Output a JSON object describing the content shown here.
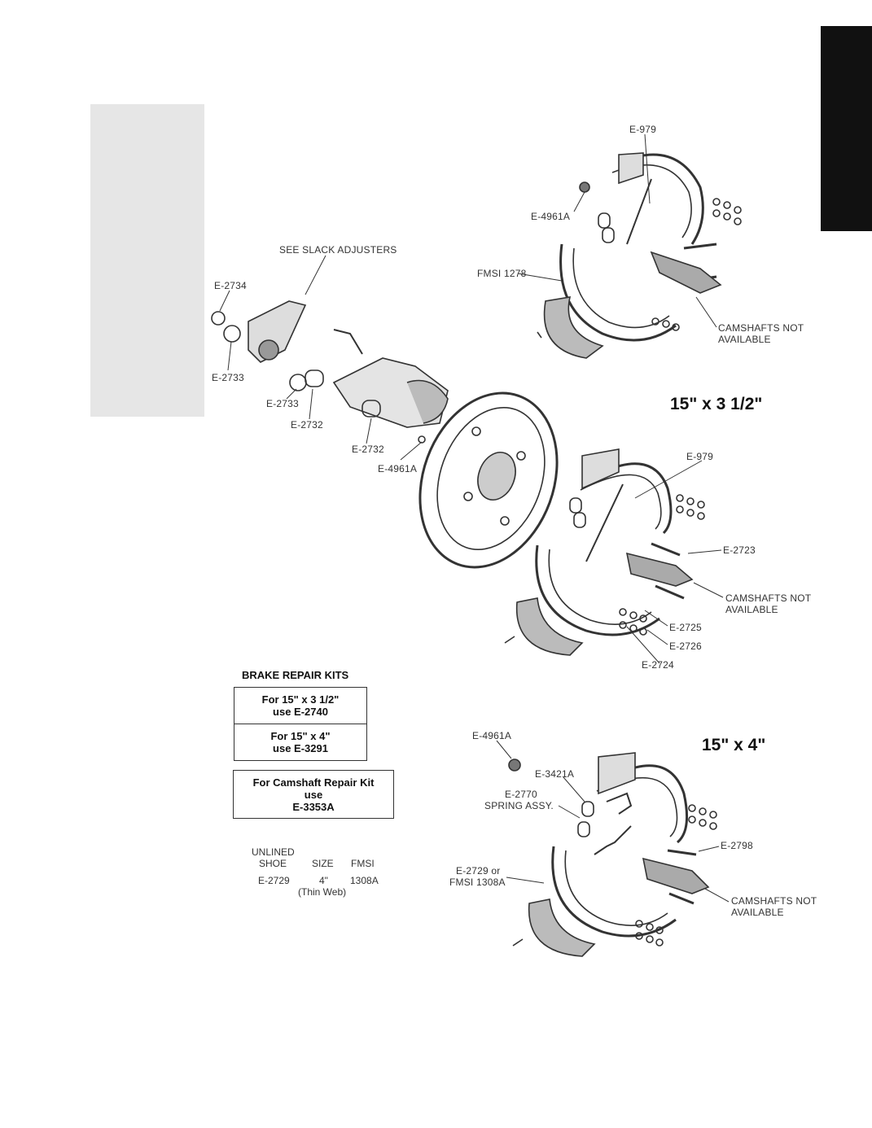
{
  "top": {
    "see_slack": "SEE SLACK ADJUSTERS"
  },
  "labels": {
    "e979_a": "E-979",
    "e4961a_a": "E-4961A",
    "fmsi1278": "FMSI 1278",
    "cam_na_1a": "CAMSHAFTS NOT",
    "cam_na_1b": "AVAILABLE",
    "e2734": "E-2734",
    "e2733_a": "E-2733",
    "e2733_b": "E-2733",
    "e2732_a": "E-2732",
    "e2732_b": "E-2732",
    "e4961a_b": "E-4961A",
    "e979_b": "E-979",
    "e2723": "E-2723",
    "cam_na_2a": "CAMSHAFTS NOT",
    "cam_na_2b": "AVAILABLE",
    "e2725": "E-2725",
    "e2726": "E-2726",
    "e2724": "E-2724",
    "e4961a_c": "E-4961A",
    "e3421a": "E-3421A",
    "e2770a": "E-2770",
    "e2770b": "SPRING ASSY.",
    "e2798": "E-2798",
    "e2729a": "E-2729 or",
    "e2729b": "FMSI 1308A",
    "cam_na_3a": "CAMSHAFTS NOT",
    "cam_na_3b": "AVAILABLE"
  },
  "sizes": {
    "size_a": "15\" x 3 1/2\"",
    "size_b": "15\" x 4\""
  },
  "kits": {
    "title": "BRAKE REPAIR KITS",
    "k1_line1": "For 15\" x 3 1/2\"",
    "k1_line2": "use E-2740",
    "k2_line1": "For 15\" x 4\"",
    "k2_line2": "use E-3291",
    "cam_line1": "For Camshaft Repair Kit",
    "cam_line2": "use",
    "cam_line3": "E-3353A"
  },
  "shoe_table": {
    "h_unlined": "UNLINED",
    "h_shoe": "SHOE",
    "h_size": "SIZE",
    "h_fmsi": "FMSI",
    "v_shoe": "E-2729",
    "v_size": "4\"",
    "v_fmsi": "1308A",
    "v_note": "(Thin Web)"
  }
}
